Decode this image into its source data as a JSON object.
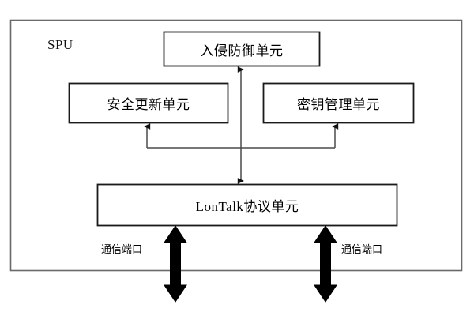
{
  "diagram": {
    "title_label": "SPU",
    "outer_frame": {
      "name": "SPU boundary"
    },
    "blocks": [
      {
        "id": "ips",
        "label": "入侵防御单元"
      },
      {
        "id": "secure_update",
        "label": "安全更新单元"
      },
      {
        "id": "key_management",
        "label": "密钥管理单元"
      },
      {
        "id": "lontalk",
        "label": "LonTalk协议单元"
      }
    ],
    "ports": [
      {
        "id": "port_left",
        "label": "通信端口"
      },
      {
        "id": "port_right",
        "label": "通信端口"
      }
    ],
    "colors": {
      "stroke": "#1a1a1a",
      "frame_stroke": "#555555",
      "background": "#ffffff",
      "text": "#000000"
    }
  }
}
